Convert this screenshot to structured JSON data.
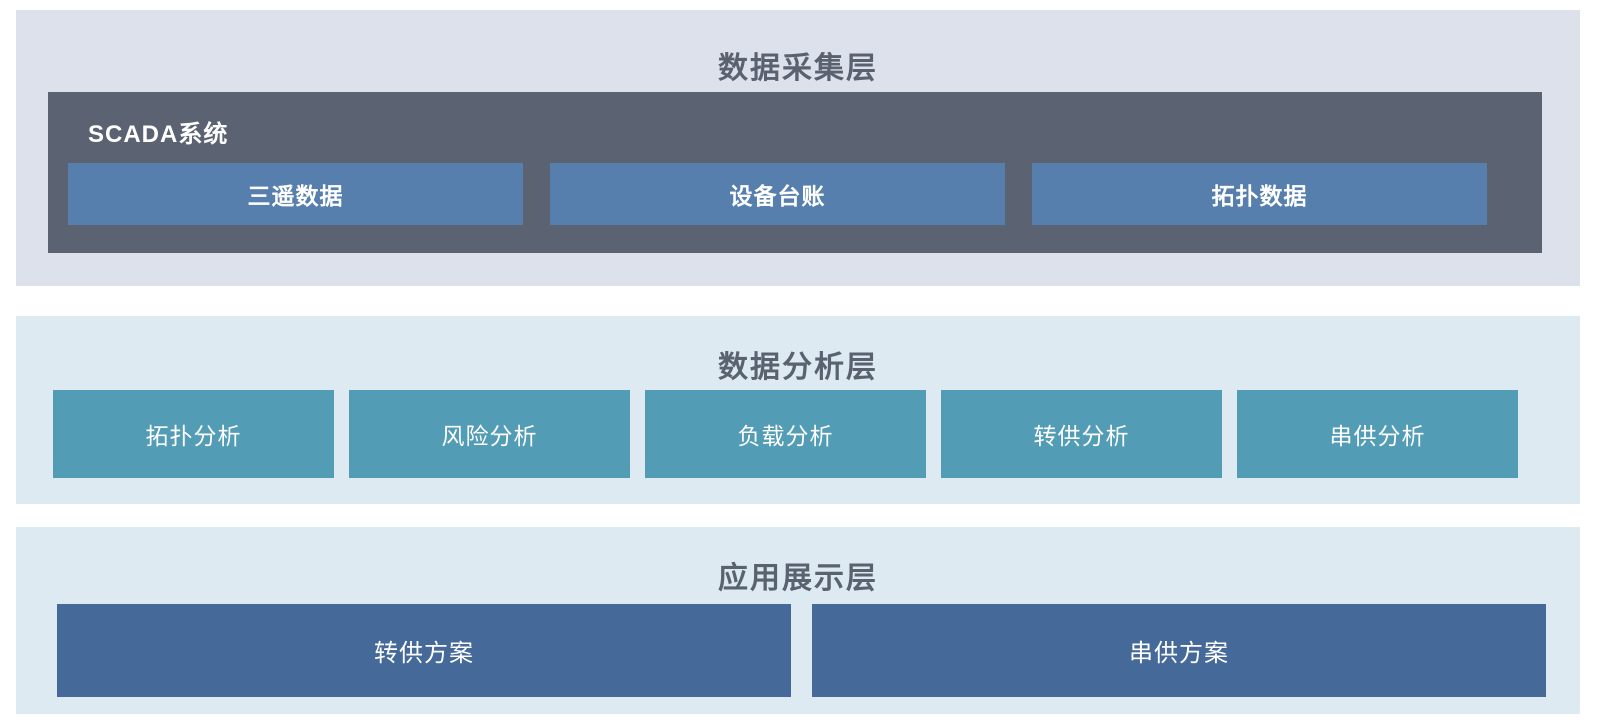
{
  "title_color": "#5a6270",
  "layers": [
    {
      "title": "数据采集层",
      "background": "#dde1eb",
      "container": {
        "label": "SCADA系统",
        "background": "#5b6373",
        "item_color": "#567fad",
        "items": [
          "三遥数据",
          "设备台账",
          "拓扑数据"
        ]
      }
    },
    {
      "title": "数据分析层",
      "background": "#ddeaf2",
      "item_color": "#529cb5",
      "items": [
        "拓扑分析",
        "风险分析",
        "负载分析",
        "转供分析",
        "串供分析"
      ]
    },
    {
      "title": "应用展示层",
      "background": "#ddeaf2",
      "item_color": "#456a99",
      "items": [
        "转供方案",
        "串供方案"
      ]
    }
  ]
}
